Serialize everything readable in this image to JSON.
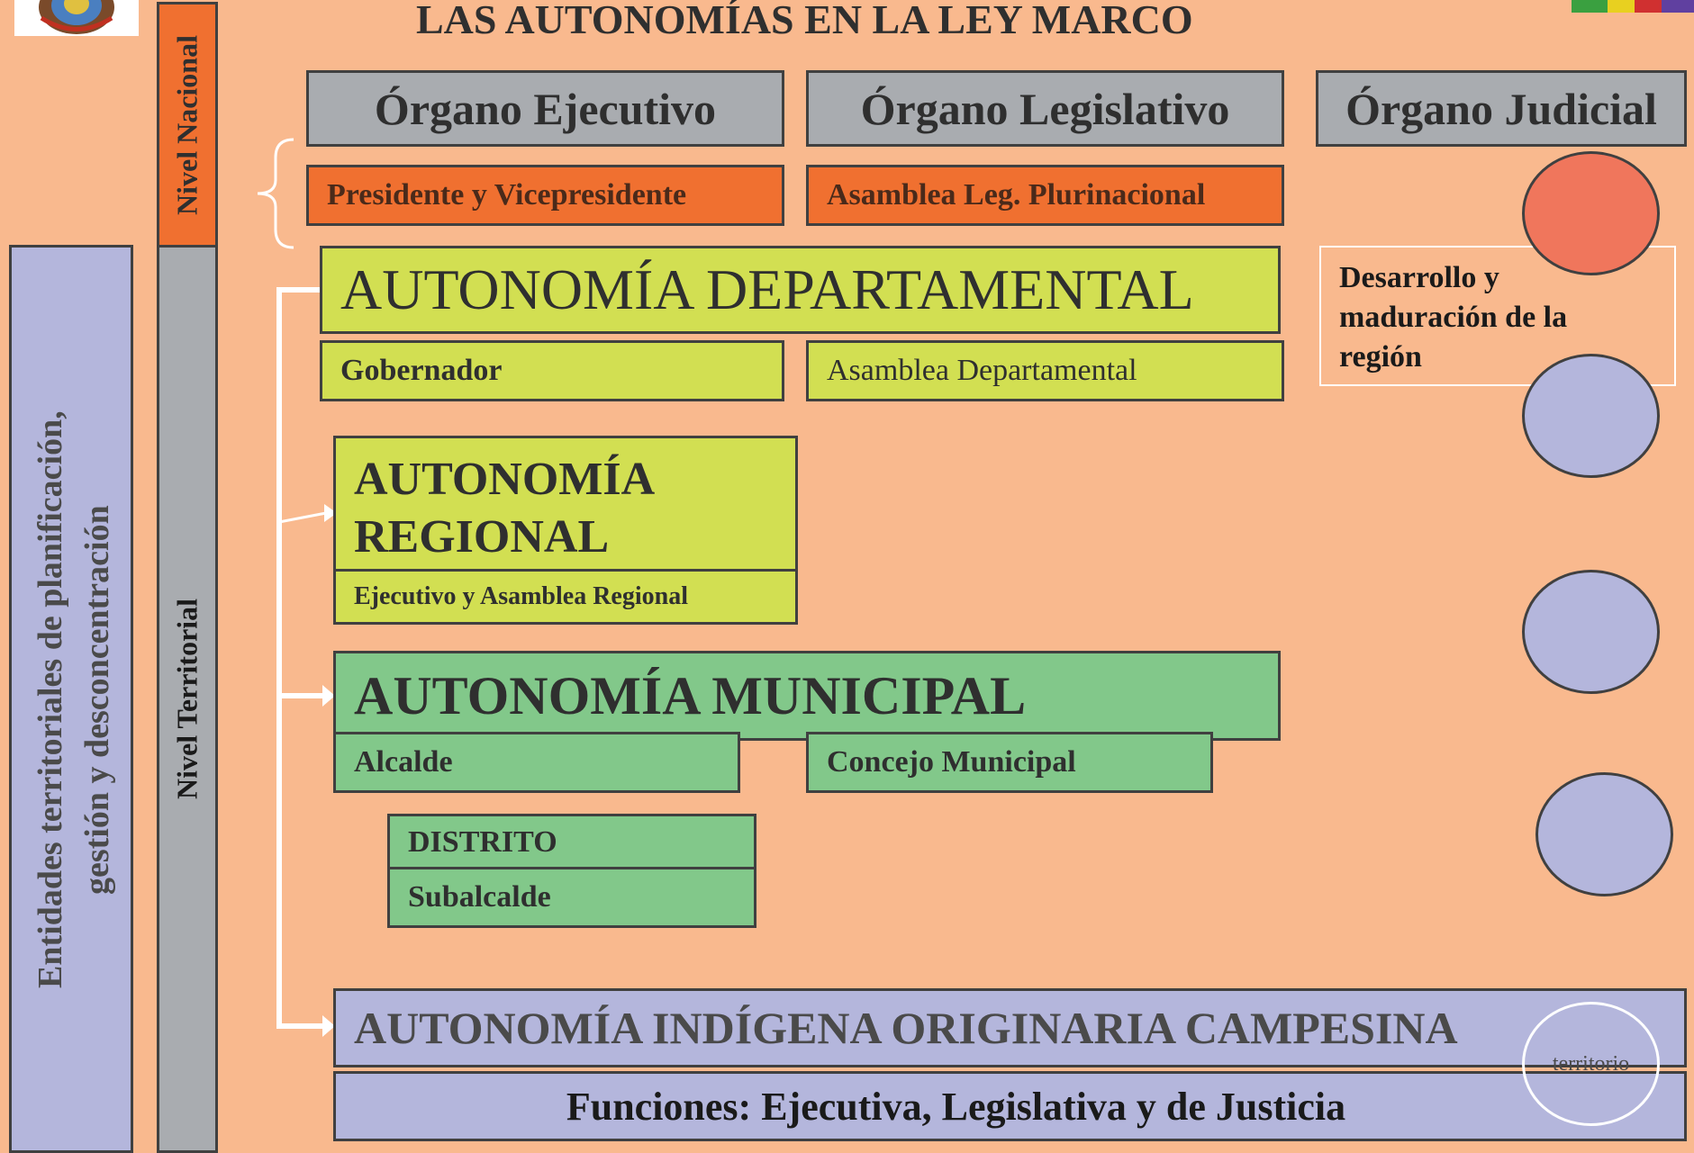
{
  "title": "LAS AUTONOMÍAS EN LA LEY MARCO",
  "left_bar": {
    "line1": "Entidades territoriales de planificación,",
    "line2": "gestión y desconcentración"
  },
  "levels": {
    "national": "Nivel Nacional",
    "territorial": "Nivel Territorial"
  },
  "organs": {
    "executive": "Órgano Ejecutivo",
    "legislative": "Órgano Legislativo",
    "judicial": "Órgano Judicial"
  },
  "national": {
    "executive": "Presidente y Vicepresidente",
    "legislative": "Asamblea Leg. Plurinacional"
  },
  "departmental": {
    "title": "AUTONOMÍA DEPARTAMENTAL",
    "executive": "Gobernador",
    "legislative": "Asamblea Departamental"
  },
  "regional": {
    "title_line1": "AUTONOMÍA",
    "title_line2": "REGIONAL",
    "body": "Ejecutivo y Asamblea Regional"
  },
  "municipal": {
    "title": "AUTONOMÍA MUNICIPAL",
    "executive": "Alcalde",
    "legislative": "Concejo Municipal"
  },
  "district": {
    "title": "DISTRITO",
    "body": "Subalcalde"
  },
  "indigenous": {
    "title": "AUTONOMÍA INDÍGENA ORIGINARIA CAMPESINA",
    "functions": "Funciones: Ejecutiva, Legislativa y de Justicia"
  },
  "note": {
    "line1": "Desarrollo y",
    "line2": "maduración de la",
    "line3": "región"
  },
  "territory_label": "territorio",
  "colors": {
    "background": "#f9b98e",
    "organ_header": "#a9acb0",
    "national": "#f07030",
    "departmental_regional": "#d2df52",
    "municipal": "#82c88a",
    "indigenous": "#b4b6dc",
    "circle_red": "#f0765c",
    "circle_lavender": "#b4b6dc"
  }
}
